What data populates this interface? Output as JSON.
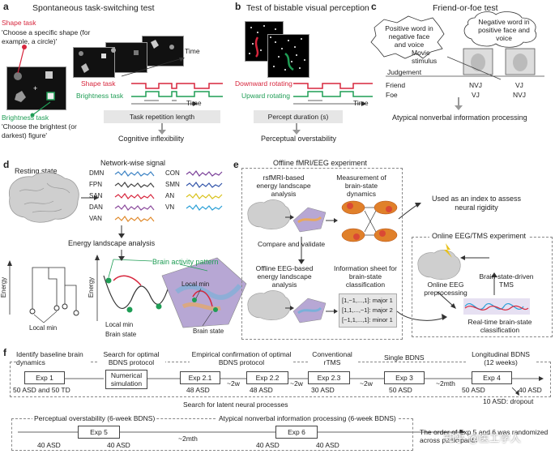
{
  "panels": {
    "a": {
      "label": "a",
      "title": "Spontaneous task-switching test",
      "shape_task_label": "Shape task",
      "shape_task_desc": "'Choose a specific shape (for example, a circle)'",
      "brightness_task_label": "Brightness task",
      "brightness_task_desc": "'Choose the brightest (or darkest) figure'",
      "time": "Time",
      "trace_shape": "Shape task",
      "trace_brightness": "Brightness task",
      "time2": "Time",
      "box": "Task repetition length",
      "result": "Cognitive inflexibility"
    },
    "b": {
      "label": "b",
      "title": "Test of bistable visual perception",
      "down": "Downward rotating",
      "up": "Upward rotating",
      "time": "Time",
      "box": "Percept duration (s)",
      "result": "Perceptual overstability"
    },
    "c": {
      "label": "c",
      "title": "Friend-or-foe test",
      "bubble1": "Positive word in negative face and voice",
      "bubble2": "Negative word in positive face and voice",
      "movie": "Movie stimulus",
      "judgement": "Judgement",
      "friend": "Friend",
      "foe": "Foe",
      "friend_left": "NVJ",
      "friend_right": "VJ",
      "foe_left": "VJ",
      "foe_right": "NVJ",
      "result": "Atypical nonverbal information processing"
    },
    "d": {
      "label": "d",
      "resting": "Resting state",
      "network_title": "Network-wise signal",
      "networks_left": [
        "DMN",
        "FPN",
        "SAN",
        "DAN",
        "VAN"
      ],
      "networks_right": [
        "CON",
        "SMN",
        "AN",
        "VN"
      ],
      "energy_analysis": "Energy landscape analysis",
      "energy": "Energy",
      "local_min": "Local min",
      "energy2": "Energy",
      "local_min2": "Local min",
      "brain_state": "Brain state",
      "pattern": "Brain activity pattern",
      "local_min3": "Local min",
      "brain_state2": "Brain state"
    },
    "e": {
      "label": "e",
      "offline_title": "Offline fMRI/EEG experiment",
      "rsfmri": "rsfMRI-based energy landscape analysis",
      "measurement": "Measurement of brain-state dynamics",
      "compare": "Compare and validate",
      "eeg_based": "Offline EEG-based energy landscape analysis",
      "info_sheet": "Information sheet for brain-state classification",
      "sheet_lines": [
        "[1,−1,...,1]: major 1",
        "[1,1,...,−1]: major 2",
        "[−1,1,...,1]: minor 1"
      ],
      "used_as": "Used as an index to assess neural rigidity",
      "online_title": "Online EEG/TMS experiment",
      "tms": "Brain-state-driven TMS",
      "online_eeg": "Online EEG preprocessing",
      "realtime": "Real-time brain-state classification"
    },
    "f": {
      "label": "f",
      "stage1": "Identify baseline brain dynamics",
      "stage2": "Search for optimal BDNS protocol",
      "stage3": "Empirical confirmation of optimal BDNS protocol",
      "stage4": "Conventional rTMS",
      "stage5": "Single BDNS",
      "stage6": "Longitudinal BDNS (12 weeks)",
      "exp1": "Exp 1",
      "numerical": "Numerical simulation",
      "exp21": "Exp 2.1",
      "exp22": "Exp 2.2",
      "exp23": "Exp 2.3",
      "exp3": "Exp 3",
      "exp4": "Exp 4",
      "exp5": "Exp 5",
      "exp6": "Exp 6",
      "n1": "50 ASD and 50 TD",
      "n21": "48 ASD",
      "n22": "48 ASD",
      "n23": "30 ASD",
      "n3": "50 ASD",
      "n4a": "50 ASD",
      "n4b": "40 ASD",
      "dropout": "10 ASD: dropout",
      "gap1": "~2w",
      "gap2": "~2w",
      "gap3": "~2w",
      "gap4": "~2mth",
      "gap5": "~2mth",
      "latent": "Search for latent neural processes",
      "perceptual": "Perceptual overstability (6-week BDNS)",
      "atypical": "Atypical nonverbal information processing (6-week BDNS)",
      "n5a": "40 ASD",
      "n5b": "40 ASD",
      "n6a": "40 ASD",
      "n6b": "40 ASD",
      "tail": "The order of Exp 5 and 6 was randomized across participants",
      "watermark": "知乎 @医工学人"
    }
  },
  "colors": {
    "red": "#d7263d",
    "green": "#1f9d55",
    "box_gray": "#e6e6e6",
    "brain": "#cfcfcf",
    "network": [
      "#3b82c4",
      "#444444",
      "#d7263d",
      "#8b4a9c",
      "#e08a2c",
      "#7a3f98",
      "#3355aa",
      "#d9c21c",
      "#2a9fd6"
    ]
  }
}
